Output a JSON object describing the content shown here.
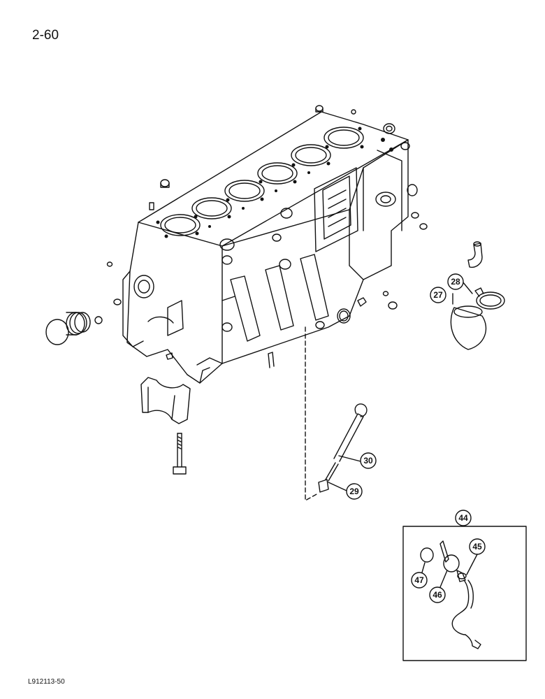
{
  "page": {
    "number": "2-60",
    "figure_code": "L912113-50"
  },
  "callouts": {
    "c27": "27",
    "c28": "28",
    "c29": "29",
    "c30": "30",
    "c44": "44",
    "c45": "45",
    "c46": "46",
    "c47": "47"
  }
}
